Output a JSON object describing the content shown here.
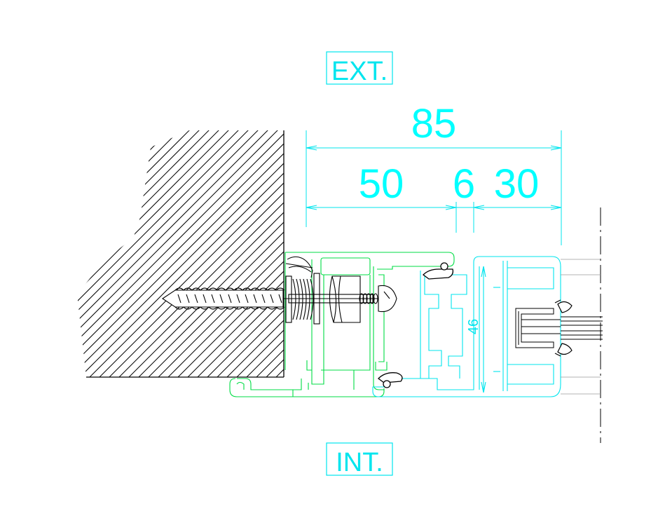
{
  "labels": {
    "exterior": "EXT.",
    "interior": "INT."
  },
  "dimensions": {
    "overall": "85",
    "segment_left": "50",
    "segment_mid": "6",
    "segment_right": "30",
    "profile_height": "46"
  },
  "colors": {
    "dimension_cyan": "#00ffff",
    "frame_green": "#00dd44",
    "sash_cyan": "#00e5ee",
    "wall_hatch": "#000000",
    "screw_black": "#000000"
  }
}
